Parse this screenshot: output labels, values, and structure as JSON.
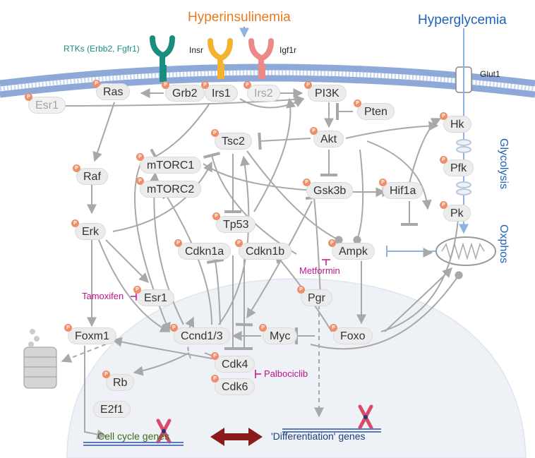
{
  "headers": {
    "hyperinsulinemia": "Hyperinsulinemia",
    "hyperglycemia": "Hyperglycemia"
  },
  "receptors": {
    "rtks": "RTKs (Erbb2, Fgfr1)",
    "insr": "Insr",
    "igf1r": "Igf1r",
    "glut1": "Glut1"
  },
  "side_labels": {
    "glycolysis": "Glycolysis",
    "oxphos": "Oxphos"
  },
  "drugs": {
    "tamoxifen": "Tamoxifen",
    "metformin": "Metformin",
    "palbociclib": "Palbociclib"
  },
  "genes": {
    "cell_cycle": "Cell cycle genes",
    "differentiation": "'Differentiation' genes"
  },
  "phospho_mark": "P",
  "nodes": {
    "esr1_top": "Esr1",
    "ras": "Ras",
    "grb2": "Grb2",
    "irs1": "Irs1",
    "irs2": "Irs2",
    "pi3k": "PI3K",
    "pten": "Pten",
    "akt": "Akt",
    "tsc2": "Tsc2",
    "hk": "Hk",
    "mtorc1": "mTORC1",
    "mtorc2": "mTORC2",
    "raf": "Raf",
    "gsk3b": "Gsk3b",
    "hif1a": "Hif1a",
    "pfk": "Pfk",
    "pk": "Pk",
    "erk": "Erk",
    "tp53": "Tp53",
    "cdkn1a": "Cdkn1a",
    "cdkn1b": "Cdkn1b",
    "ampk": "Ampk",
    "esr1": "Esr1",
    "pgr": "Pgr",
    "foxm1": "Foxm1",
    "ccnd": "Ccnd1/3",
    "myc": "Myc",
    "foxo": "Foxo",
    "cdk4": "Cdk4",
    "rb": "Rb",
    "cdk6": "Cdk6",
    "e2f1": "E2f1"
  },
  "colors": {
    "orange": "#e87b1e",
    "blue": "#1d64b8",
    "magenta": "#c0138c",
    "teal": "#1a8c80",
    "phospho": "#ee8f6a",
    "arrow": "#a8a8a8",
    "node_fill": "#ececec",
    "membrane": "#8ea9d8",
    "nucleus": "#eef1f6",
    "double_arrow": "#8b1a1a"
  },
  "icons": {
    "receptors": [
      "rtk-receptor-icon",
      "insulin-receptor-icon",
      "igf1-receptor-icon"
    ],
    "glut1": "glucose-transporter-icon",
    "mitochondrion": "mitochondrion-icon",
    "proteasome": "proteasome-icon",
    "chromosomes": "chromosome-icon"
  }
}
